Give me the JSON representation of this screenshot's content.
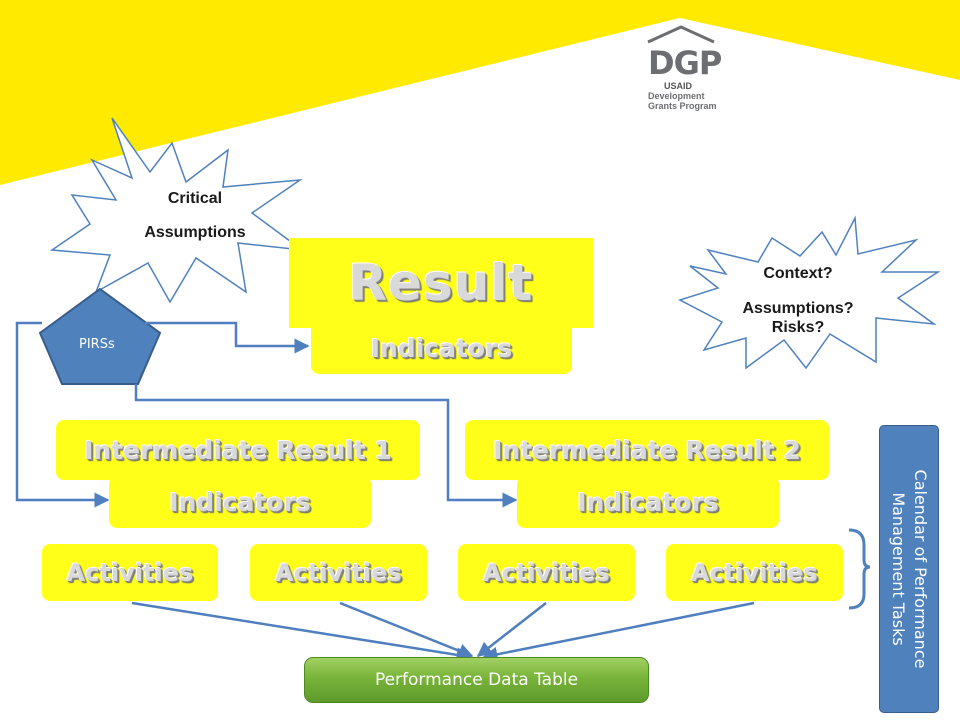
{
  "logo": {
    "brand": "DGP",
    "sub1": "USAID",
    "sub2": "Development",
    "sub3": "Grants Program"
  },
  "bursts": {
    "critical_line1": "Critical",
    "critical_line2": "Assumptions",
    "context_line1": "Context?",
    "context_line2": "Assumptions?",
    "context_line3": "Risks?"
  },
  "result": {
    "title": "Result",
    "indicators": "Indicators"
  },
  "pirs": "PIRSs",
  "ir1": {
    "title": "Intermediate Result 1",
    "indicators": "Indicators"
  },
  "ir2": {
    "title": "Intermediate Result 2",
    "indicators": "Indicators"
  },
  "activities": [
    "Activities",
    "Activities",
    "Activities",
    "Activities"
  ],
  "performance_table": "Performance Data Table",
  "calendar": {
    "line1": "Calendar of Performance",
    "line2": "Management Tasks"
  },
  "colors": {
    "yellow": "#ffff1a",
    "banner_yellow": "#ffea00",
    "blue": "#4f81bd",
    "arrow": "#4f7fbf",
    "green": "#78b43a"
  }
}
